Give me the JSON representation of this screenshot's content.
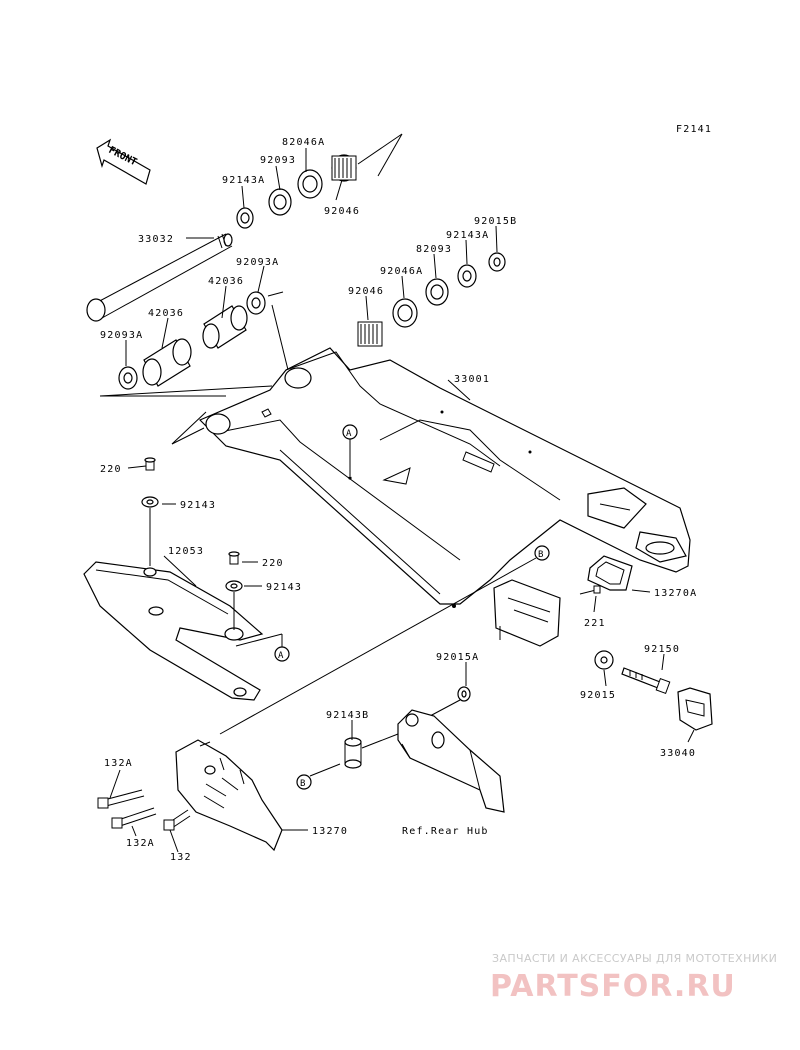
{
  "diagram": {
    "figure_code": "F2141",
    "front_label": "FRONT",
    "ref_label": "Ref.Rear Hub",
    "callouts": {
      "a": "A",
      "b": "B"
    },
    "parts": {
      "p82046A": "82046A",
      "p92093_top": "92093",
      "p92143A_left": "92143A",
      "p92046_top": "92046",
      "p33032": "33032",
      "p92093A_mid": "92093A",
      "p42036_mid": "42036",
      "p42036_left": "42036",
      "p92093A_left": "92093A",
      "p92015B": "92015B",
      "p92143A_right": "92143A",
      "p82093": "82093",
      "p92046A": "92046A",
      "p92046_right": "92046",
      "p33001": "33001",
      "p220_a": "220",
      "p92143_a": "92143",
      "p12053": "12053",
      "p220_b": "220",
      "p92143_b": "92143",
      "p13270A": "13270A",
      "p221": "221",
      "p92150": "92150",
      "p92015": "92015",
      "p33040": "33040",
      "p92015A": "92015A",
      "p92143B": "92143B",
      "p132A_a": "132A",
      "p132A_b": "132A",
      "p132": "132",
      "p13270": "13270"
    }
  },
  "watermark": {
    "tagline": "ЗАПЧАСТИ И АКСЕССУАРЫ ДЛЯ МОТОТЕХНИКИ",
    "logo": "PARTSFOR.RU"
  }
}
